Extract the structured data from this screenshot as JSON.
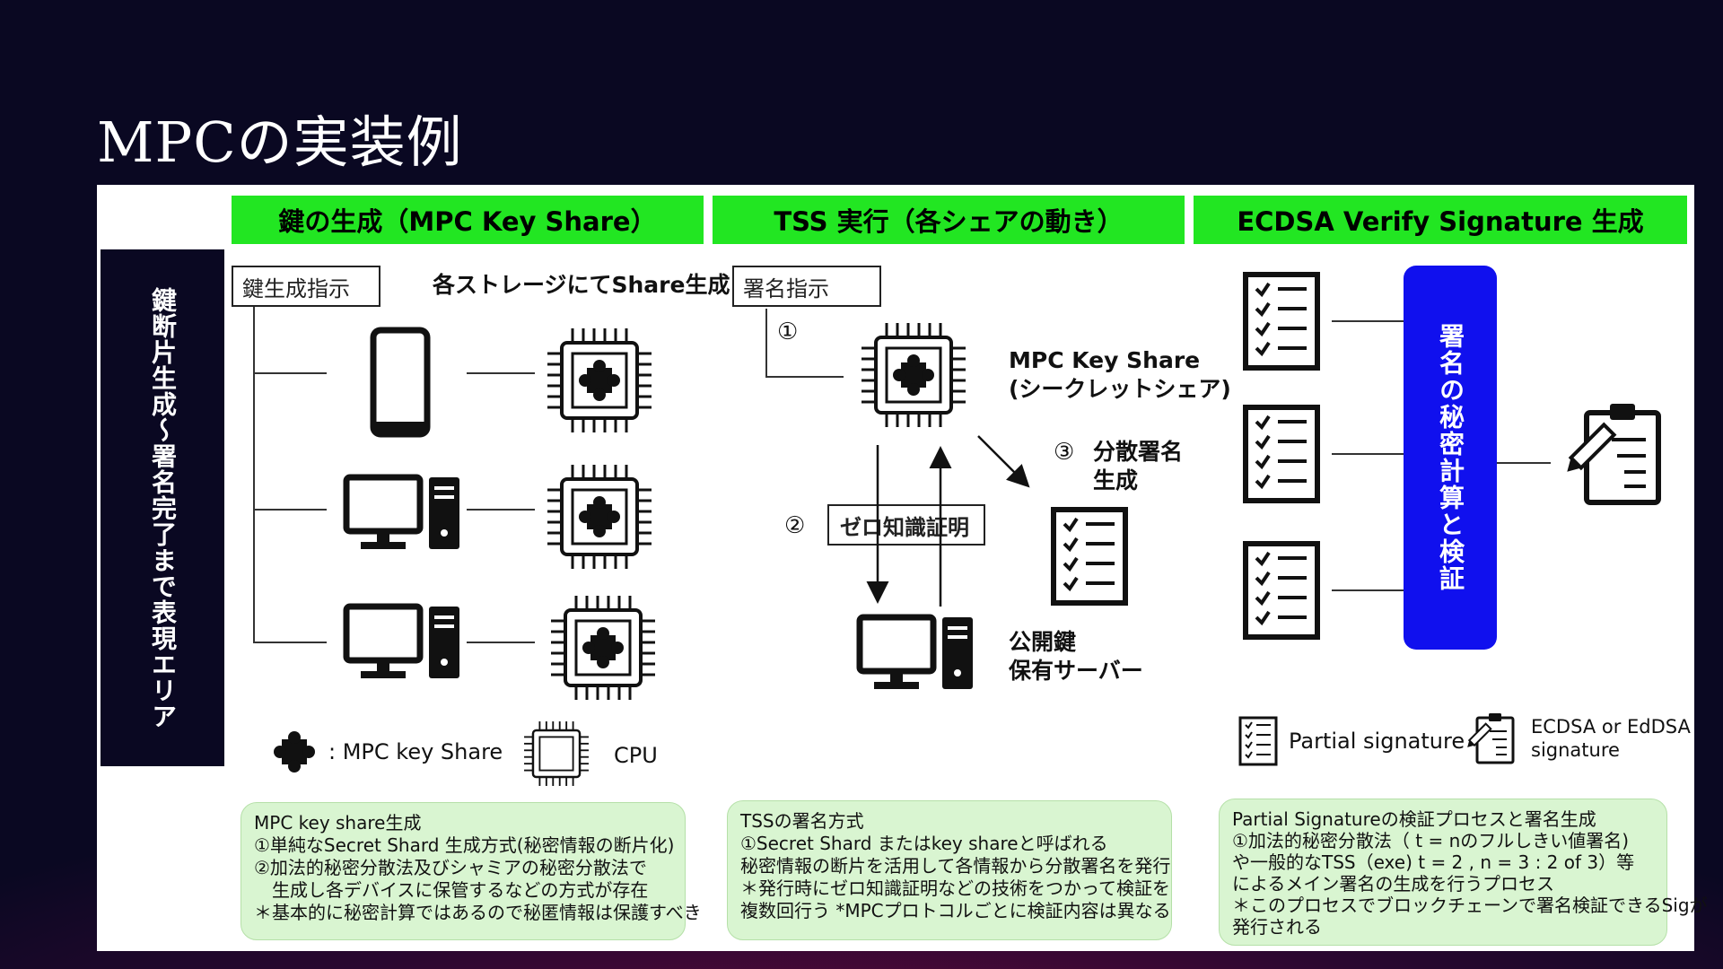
{
  "title": "MPCの実装例",
  "headers": {
    "keygen": "鍵の生成（MPC Key Share）",
    "tss": "TSS 実行（各シェアの動き）",
    "ecdsa": "ECDSA Verify Signature 生成"
  },
  "left_label": "鍵断片生成～署名完了まで表現エリア",
  "keygen": {
    "instruction": "鍵生成指示",
    "share_caption": "各ストレージにてShare生成",
    "legend_share": ": MPC key Share",
    "legend_cpu": "CPU"
  },
  "tss": {
    "instruction": "署名指示",
    "step1": "①",
    "step2": "②",
    "step3": "③",
    "key_share_line1": "MPC Key Share",
    "key_share_line2": "(シークレットシェア)",
    "zkp": "ゼロ知識証明",
    "dist_sig_line1": "分散署名",
    "dist_sig_line2": "生成",
    "server_line1": "公開鍵",
    "server_line2": "保有サーバー"
  },
  "ecdsa": {
    "bar_label": "署名の秘密計算と検証",
    "legend_partial": "Partial signature",
    "legend_final_line1": "ECDSA or EdDSA",
    "legend_final_line2": "signature"
  },
  "notes": {
    "keygen": [
      "MPC key share生成",
      "①単純なSecret Shard 生成方式(秘密情報の断片化)",
      "②加法的秘密分散法及びシャミアの秘密分散法で",
      "　生成し各デバイスに保管するなどの方式が存在",
      "＊基本的に秘密計算ではあるので秘匿情報は保護すべき"
    ],
    "tss": [
      "TSSの署名方式",
      "①Secret Shard またはkey shareと呼ばれる",
      "秘密情報の断片を活用して各情報から分散署名を発行",
      "＊発行時にゼロ知識証明などの技術をつかって検証を",
      "複数回行う *MPCプロトコルごとに検証内容は異なる"
    ],
    "ecdsa": [
      "Partial Signatureの検証プロセスと署名生成",
      "①加法的秘密分散法（ t = nのフルしきい値署名)",
      "や一般的なTSS（exe) t = 2 , n = 3 : 2 of 3）等",
      "によるメイン署名の生成を行うプロセス",
      "＊このプロセスでブロックチェーンで署名検証できるSigが",
      "発行される"
    ]
  },
  "colors": {
    "background": "#0a0822",
    "header_green": "#22e622",
    "note_green": "#d9f5d1",
    "bar_blue": "#1010ee"
  }
}
